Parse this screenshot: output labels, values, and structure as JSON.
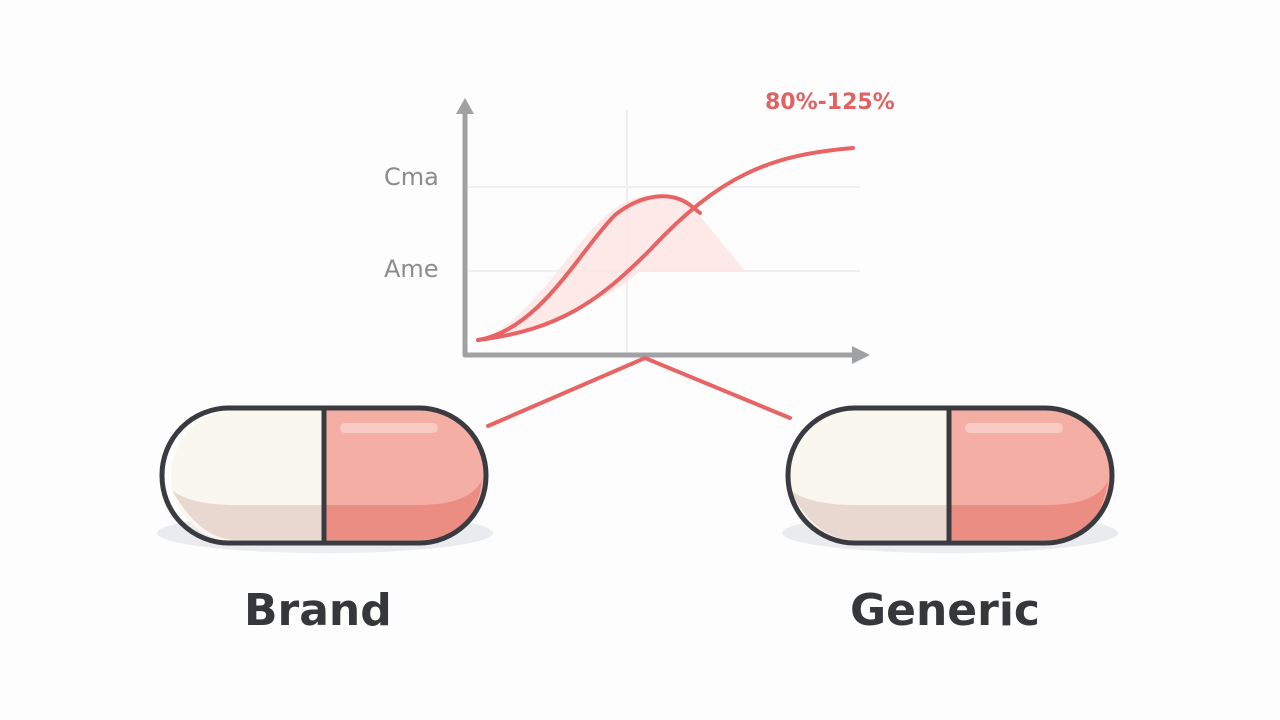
{
  "chart": {
    "y_labels": [
      "Cma",
      "Ame"
    ],
    "range_label": "80%-125%",
    "curve_color": "#e86464",
    "axis_color": "#a0a2a4"
  },
  "pills": {
    "brand_label": "Brand",
    "generic_label": "Generic"
  },
  "chart_data": {
    "type": "line",
    "title": "",
    "annotation": "80%-125%",
    "ytick_labels": [
      "Cma",
      "Ame"
    ],
    "series": [
      {
        "name": "peaked curve",
        "shape": "rises to peak near Cma then falls"
      },
      {
        "name": "sigmoid curve",
        "shape": "rises monotonically past Cma"
      }
    ]
  }
}
